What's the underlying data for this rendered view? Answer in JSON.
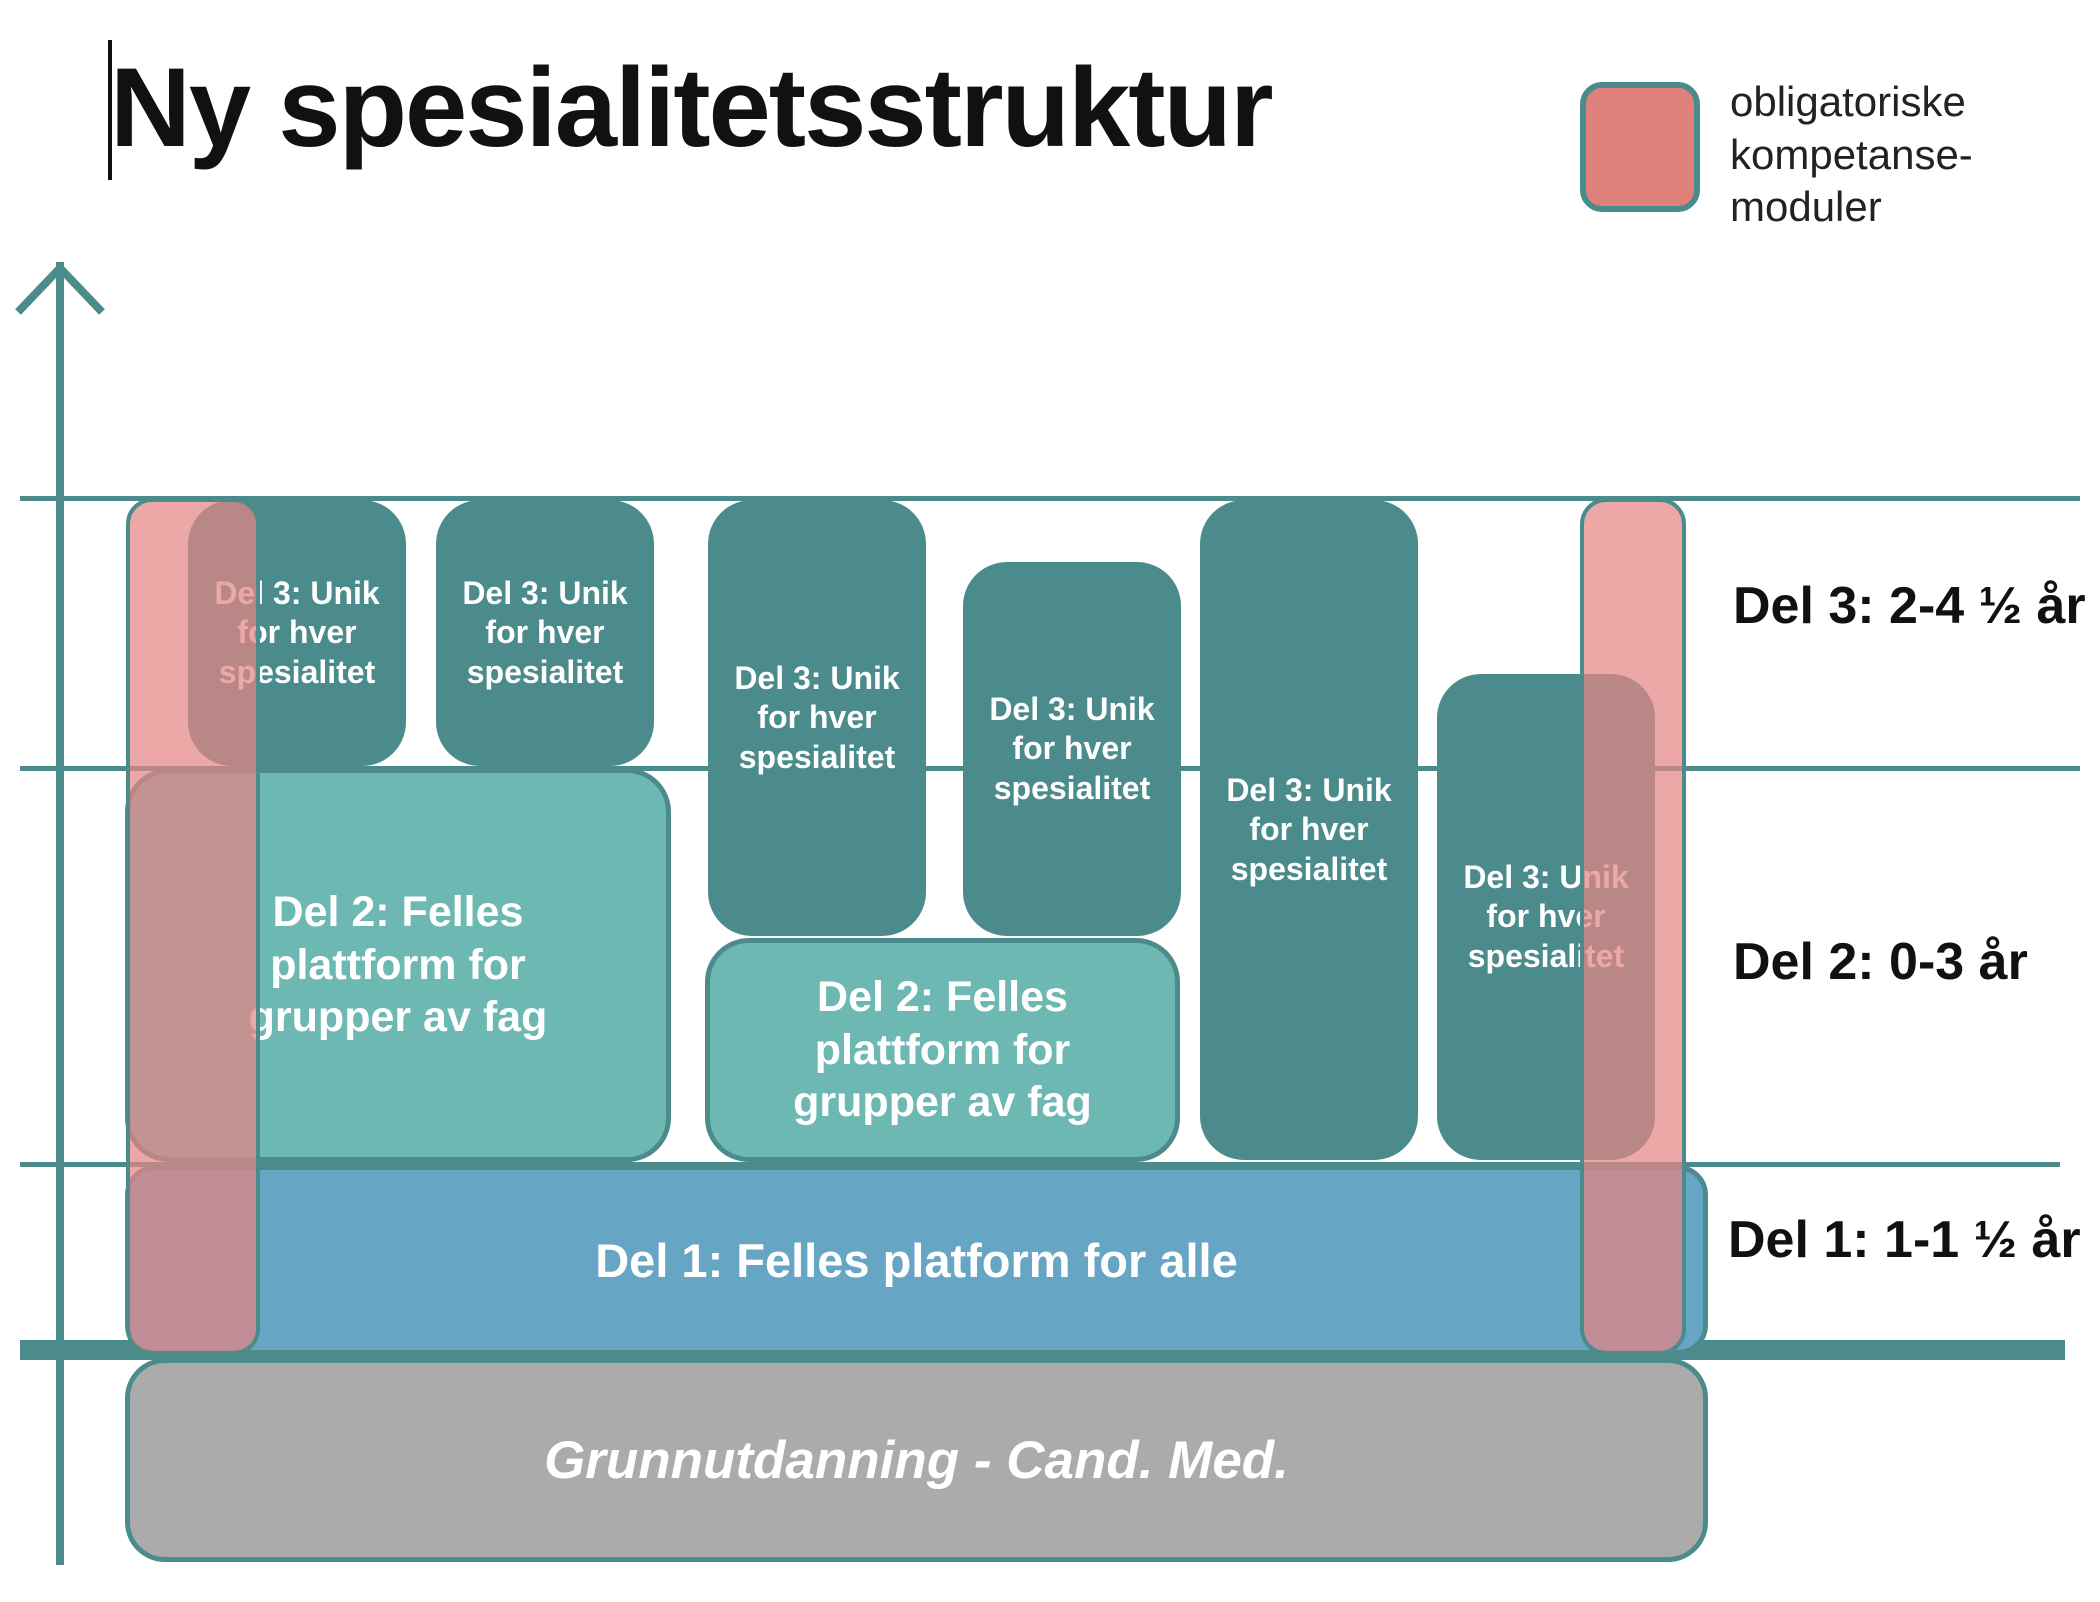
{
  "title": "Ny spesialitetsstruktur",
  "legend": {
    "label": "obligatoriske\nkompetanse-\nmoduler",
    "color": "#e0807b"
  },
  "colors": {
    "teal_line": "#4b8b8b",
    "del3_box": "#4b8b8b",
    "del2_box": "#6db8b3",
    "del1_box": "#66a6c4",
    "grunn_box": "#ababab",
    "module_overlay": "#e48585"
  },
  "boxes": {
    "del3": [
      "Del 3: Unik\nfor hver\nspesialitet",
      "Del 3: Unik\nfor hver\nspesialitet",
      "Del 3: Unik\nfor hver\nspesialitet",
      "Del 3: Unik\nfor hver\nspesialitet",
      "Del 3: Unik\nfor hver\nspesialitet",
      "Del 3: Unik\nfor hver\nspesialitet"
    ],
    "del2": [
      "Del 2: Felles\nplattform for\ngrupper av fag",
      "Del 2: Felles\nplattform for\ngrupper av fag"
    ],
    "del1": "Del 1: Felles platform for alle",
    "grunn": "Grunnutdanning - Cand. Med."
  },
  "phases": {
    "del3": "Del 3: 2-4 ½ år",
    "del2": "Del 2: 0-3 år",
    "del1": "Del 1: 1-1 ½ år"
  }
}
